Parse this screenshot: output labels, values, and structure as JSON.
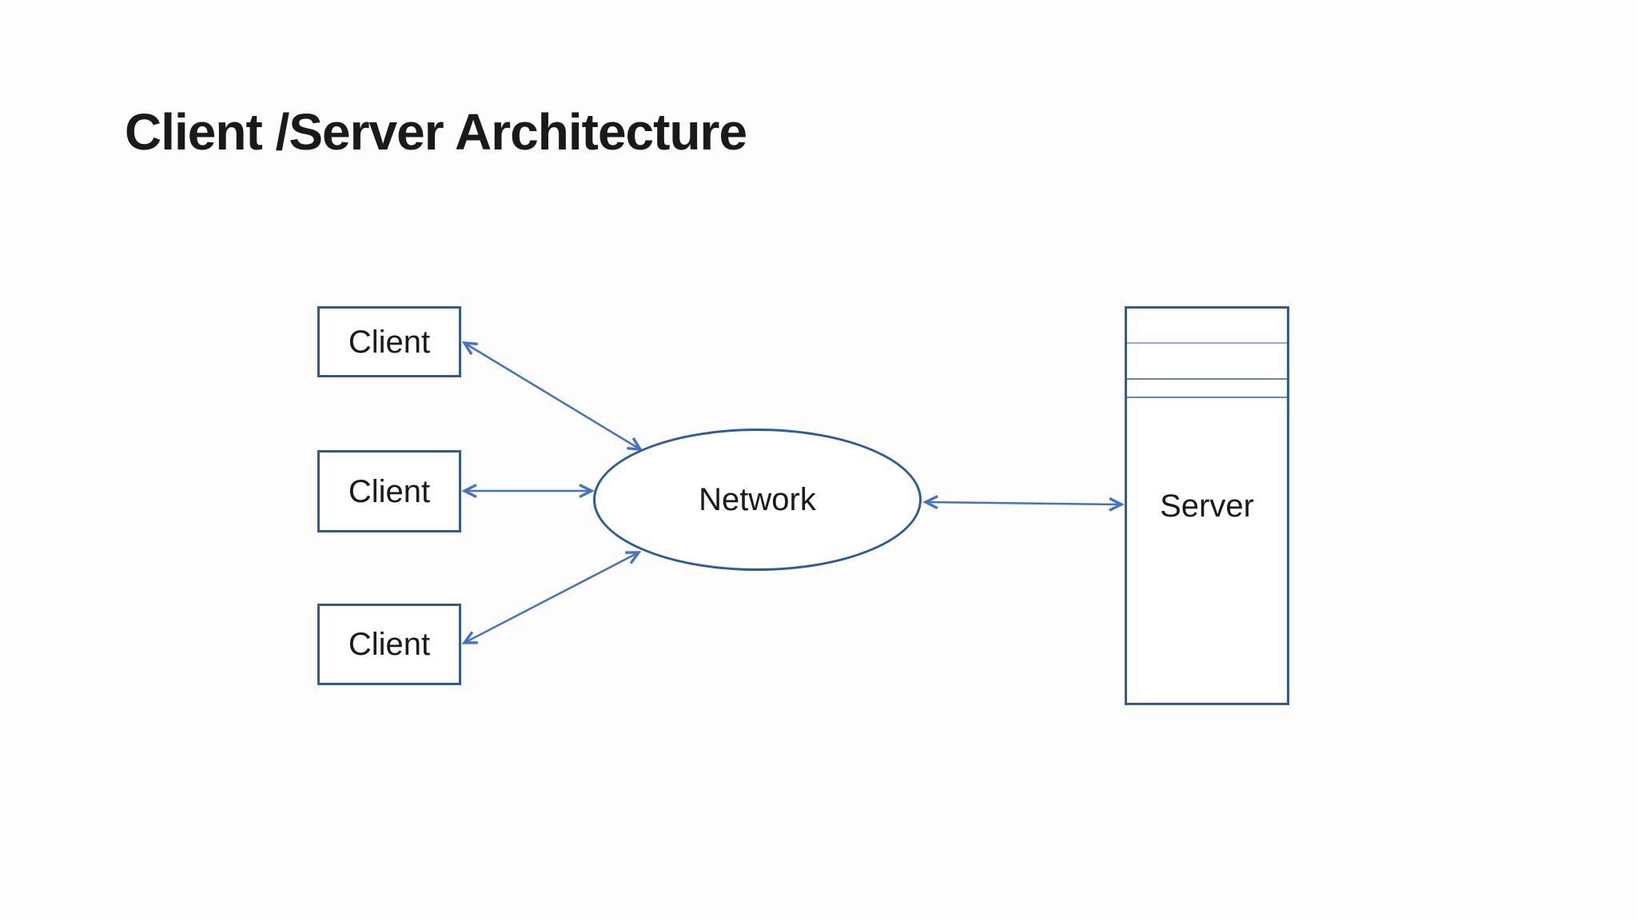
{
  "slide": {
    "title": "Client /Server Architecture"
  },
  "colors": {
    "box_border": "#2e5b9e",
    "arrow": "#4472c4",
    "server_line": "#5f86c3",
    "server_line_light": "#92abd8",
    "text": "#1a1a1a",
    "bg": "#fdfdfd"
  },
  "nodes": {
    "clients": [
      {
        "label": "Client"
      },
      {
        "label": "Client"
      },
      {
        "label": "Client"
      }
    ],
    "network": {
      "label": "Network"
    },
    "server": {
      "label": "Server"
    }
  }
}
